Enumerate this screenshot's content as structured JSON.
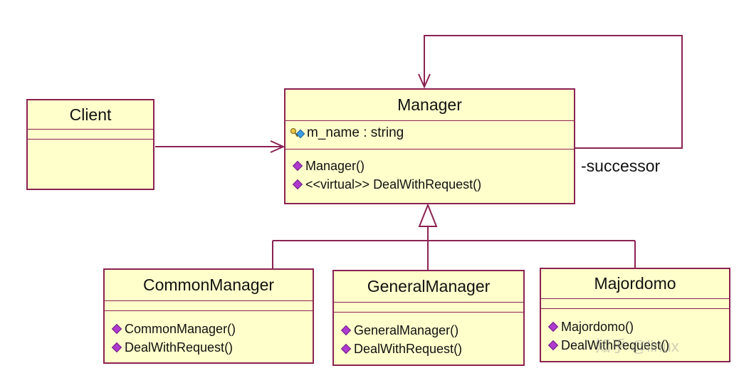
{
  "classes": {
    "client": {
      "name": "Client"
    },
    "manager": {
      "name": "Manager",
      "attributes": [
        "m_name : string"
      ],
      "operations": [
        "Manager()",
        "<<virtual>> DealWithRequest()"
      ]
    },
    "common_manager": {
      "name": "CommonManager",
      "operations": [
        "CommonManager()",
        "DealWithRequest()"
      ]
    },
    "general_manager": {
      "name": "GeneralManager",
      "operations": [
        "GeneralManager()",
        "DealWithRequest()"
      ]
    },
    "majordomo": {
      "name": "Majordomo",
      "operations": [
        "Majordomo()",
        "DealWithRequest()"
      ]
    }
  },
  "relations": {
    "self_association_label": "-successor"
  },
  "watermark": "知乎 @linux",
  "colors": {
    "class_fill": "#ffffcc",
    "line": "#8b2252",
    "operation_icon": "#b03ad0"
  }
}
